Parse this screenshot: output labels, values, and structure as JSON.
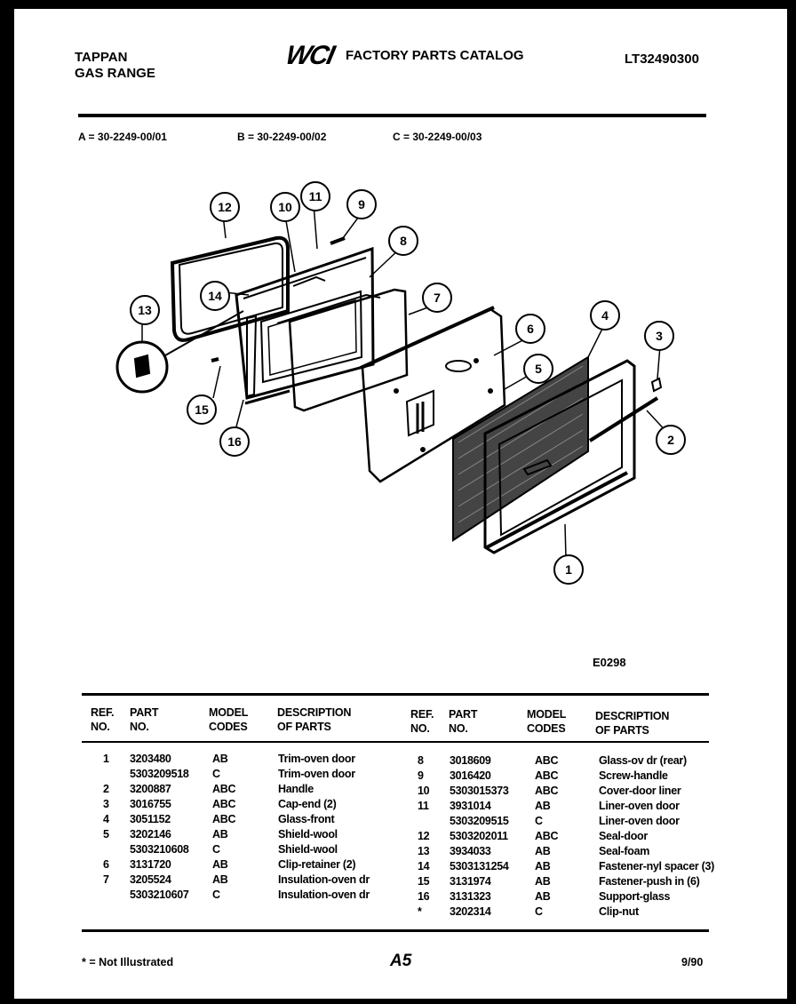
{
  "header": {
    "brand": "TAPPAN",
    "product": "GAS RANGE",
    "logo": "WCI",
    "catalog_title": "FACTORY PARTS CATALOG",
    "catalog_number": "LT32490300"
  },
  "models": [
    {
      "text": "A = 30-2249-00/01"
    },
    {
      "text": "B = 30-2249-00/02"
    },
    {
      "text": "C = 30-2249-00/03"
    }
  ],
  "diagram": {
    "callouts": [
      "1",
      "2",
      "3",
      "4",
      "5",
      "6",
      "7",
      "8",
      "9",
      "10",
      "11",
      "12",
      "13",
      "14",
      "15",
      "16"
    ],
    "figure_code": "E0298"
  },
  "table": {
    "headers": {
      "ref_1": "REF.",
      "ref_2": "NO.",
      "part_1": "PART",
      "part_2": "NO.",
      "model_1": "MODEL",
      "model_2": "CODES",
      "desc_1": "DESCRIPTION",
      "desc_2": "OF PARTS"
    },
    "left_rows": [
      {
        "ref": "1",
        "part": "3203480",
        "codes": "AB",
        "desc": "Trim-oven door"
      },
      {
        "ref": "",
        "part": "5303209518",
        "codes": "C",
        "desc": "Trim-oven door"
      },
      {
        "ref": "2",
        "part": "3200887",
        "codes": "ABC",
        "desc": "Handle"
      },
      {
        "ref": "3",
        "part": "3016755",
        "codes": "ABC",
        "desc": "Cap-end (2)"
      },
      {
        "ref": "4",
        "part": "3051152",
        "codes": "ABC",
        "desc": "Glass-front"
      },
      {
        "ref": "5",
        "part": "3202146",
        "codes": "AB",
        "desc": "Shield-wool"
      },
      {
        "ref": "",
        "part": "5303210608",
        "codes": "C",
        "desc": "Shield-wool"
      },
      {
        "ref": "6",
        "part": "3131720",
        "codes": "AB",
        "desc": "Clip-retainer (2)"
      },
      {
        "ref": "7",
        "part": "3205524",
        "codes": "AB",
        "desc": "Insulation-oven dr"
      },
      {
        "ref": "",
        "part": "5303210607",
        "codes": "C",
        "desc": "Insulation-oven dr"
      }
    ],
    "right_rows": [
      {
        "ref": "8",
        "part": "3018609",
        "codes": "ABC",
        "desc": "Glass-ov dr (rear)"
      },
      {
        "ref": "9",
        "part": "3016420",
        "codes": "ABC",
        "desc": "Screw-handle"
      },
      {
        "ref": "10",
        "part": "5303015373",
        "codes": "ABC",
        "desc": "Cover-door liner"
      },
      {
        "ref": "11",
        "part": "3931014",
        "codes": "AB",
        "desc": "Liner-oven door"
      },
      {
        "ref": "",
        "part": "5303209515",
        "codes": "C",
        "desc": "Liner-oven door"
      },
      {
        "ref": "12",
        "part": "5303202011",
        "codes": "ABC",
        "desc": "Seal-door"
      },
      {
        "ref": "13",
        "part": "3934033",
        "codes": "AB",
        "desc": "Seal-foam"
      },
      {
        "ref": "14",
        "part": "5303131254",
        "codes": "AB",
        "desc": "Fastener-nyl spacer (3)"
      },
      {
        "ref": "15",
        "part": "3131974",
        "codes": "AB",
        "desc": "Fastener-push in (6)"
      },
      {
        "ref": "16",
        "part": "3131323",
        "codes": "AB",
        "desc": "Support-glass"
      },
      {
        "ref": "*",
        "part": "3202314",
        "codes": "C",
        "desc": "Clip-nut"
      }
    ]
  },
  "footer": {
    "note": "* = Not Illustrated",
    "page": "A5",
    "date": "9/90"
  }
}
